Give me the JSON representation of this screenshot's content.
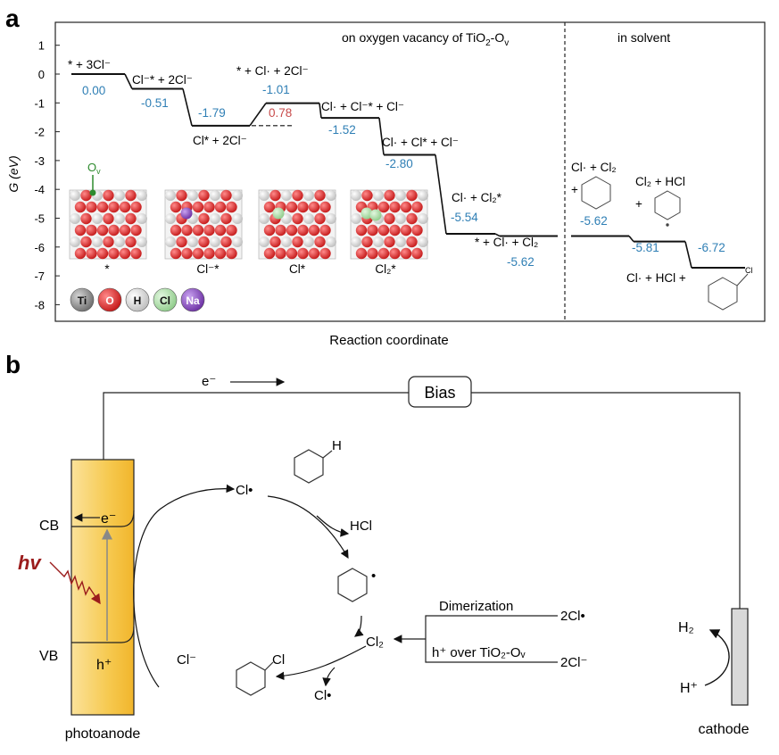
{
  "panel_a": {
    "panel_label": "a",
    "y_axis_label": "G (eV)",
    "y_ticks": [
      "1",
      "0",
      "-1",
      "-2",
      "-3",
      "-4",
      "-5",
      "-6",
      "-7",
      "-8"
    ],
    "x_axis_label": "Reaction coordinate",
    "region_left_title": "on oxygen vacancy of TiO",
    "region_left_sub": "2",
    "region_left_tail": "-O",
    "region_left_ov": "v",
    "region_right_title": "in solvent",
    "levels": [
      {
        "label": "* + 3Cl⁻",
        "value": "0.00",
        "g": 0.0
      },
      {
        "label": "Cl⁻* + 2Cl⁻",
        "value": "-0.51",
        "g": -0.51
      },
      {
        "label": "Cl* + 2Cl⁻",
        "value": "-1.79",
        "g": -1.79
      },
      {
        "label": "* + Cl· + 2Cl⁻",
        "value": "-1.01",
        "g": -1.01
      },
      {
        "label": "Cl· + Cl⁻* + Cl⁻",
        "value": "-1.52",
        "g": -1.52
      },
      {
        "label": "Cl· + Cl* + Cl⁻",
        "value": "-2.80",
        "g": -2.8
      },
      {
        "label": "Cl· + Cl₂*",
        "value": "-5.54",
        "g": -5.54
      },
      {
        "label": "* + Cl· + Cl₂",
        "value": "-5.62",
        "g": -5.62
      }
    ],
    "barrier_value": "0.78",
    "solvent_levels": [
      {
        "label": "Cl· + Cl₂",
        "value": "-5.62",
        "g": -5.62
      },
      {
        "label": "Cl₂ + HCl",
        "value": "-5.81",
        "g": -5.81
      },
      {
        "label": "Cl· + HCl +",
        "value": "-6.72",
        "g": -6.72
      }
    ],
    "structure_labels": [
      "*",
      "Cl⁻*",
      "Cl*",
      "Cl₂*"
    ],
    "ov_label": "O",
    "ov_sub": "v",
    "legend": [
      "Ti",
      "O",
      "H",
      "Cl",
      "Na"
    ],
    "legend_colors": [
      "#8a8a8a",
      "#d21f1f",
      "#d9d9d9",
      "#9fd49b",
      "#7b3fb0"
    ],
    "plus": "+",
    "cl_label": "Cl"
  },
  "panel_b": {
    "panel_label": "b",
    "electron_label": "e⁻",
    "bias_label": "Bias",
    "cb_label": "CB",
    "vb_label": "VB",
    "cb_electron": "e⁻",
    "vb_hole": "h⁺",
    "light_label": "hv",
    "photoanode_label": "photoanode",
    "cathode_label": "cathode",
    "h2_label": "H₂",
    "hplus_label": "H⁺",
    "cl_radical_top": "Cl•",
    "hcl_label": "HCl",
    "h_label": "H",
    "cl_minus": "Cl⁻",
    "cl2_label": "Cl₂",
    "cl_radical_bottom": "Cl•",
    "cl_sub_label": "Cl",
    "dimerization": "Dimerization",
    "two_cl_radical": "2Cl•",
    "hole_over": "h⁺ over TiO₂-Oᵥ",
    "two_cl_minus": "2Cl⁻",
    "anode_color": "#f5c74a",
    "radical_dot": "•"
  }
}
